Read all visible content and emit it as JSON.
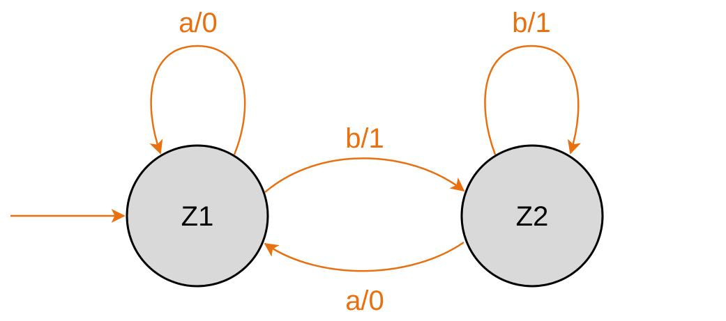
{
  "diagram": {
    "type": "state-machine (Mealy)",
    "colors": {
      "edge": "#e8700f",
      "state_fill": "#d9d9d9",
      "state_stroke": "#000000"
    },
    "states": [
      {
        "id": "Z1",
        "label": "Z1",
        "initial": true
      },
      {
        "id": "Z2",
        "label": "Z2",
        "initial": false
      }
    ],
    "transitions": [
      {
        "from": "Z1",
        "to": "Z1",
        "label": "a/0"
      },
      {
        "from": "Z1",
        "to": "Z2",
        "label": "b/1"
      },
      {
        "from": "Z2",
        "to": "Z2",
        "label": "b/1"
      },
      {
        "from": "Z2",
        "to": "Z1",
        "label": "a/0"
      }
    ]
  }
}
